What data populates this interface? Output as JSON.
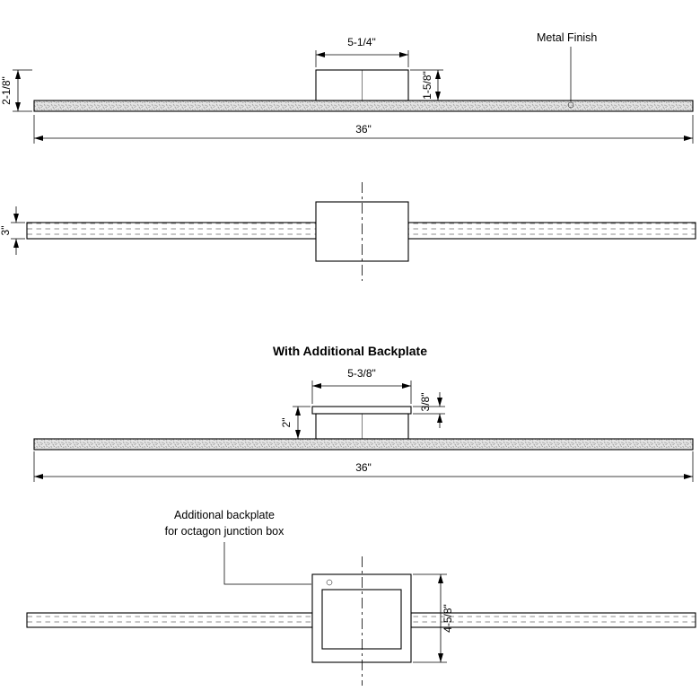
{
  "drawing": {
    "type": "technical-dimension-diagram",
    "labels": {
      "metal_finish": "Metal Finish",
      "section_title": "With Additional Backplate",
      "backplate_note_line1": "Additional backplate",
      "backplate_note_line2": "for octagon junction box"
    },
    "views": {
      "front": {
        "length": "36\"",
        "canopy_width": "5-1/4\"",
        "canopy_height": "1-5/8\"",
        "overall_height": "2-1/8\""
      },
      "plan": {
        "depth": "3\""
      },
      "front_backplate": {
        "length": "36\"",
        "backplate_width": "5-3/8\"",
        "backplate_thickness": "3/8\"",
        "mount_height": "2\""
      },
      "plan_backplate": {
        "backplate_depth": "4-5/8\""
      }
    },
    "colors": {
      "line": "#000000",
      "texture_fill": "#e4e4e4",
      "texture_speckle": "#8f8f8f",
      "background": "#ffffff"
    }
  }
}
